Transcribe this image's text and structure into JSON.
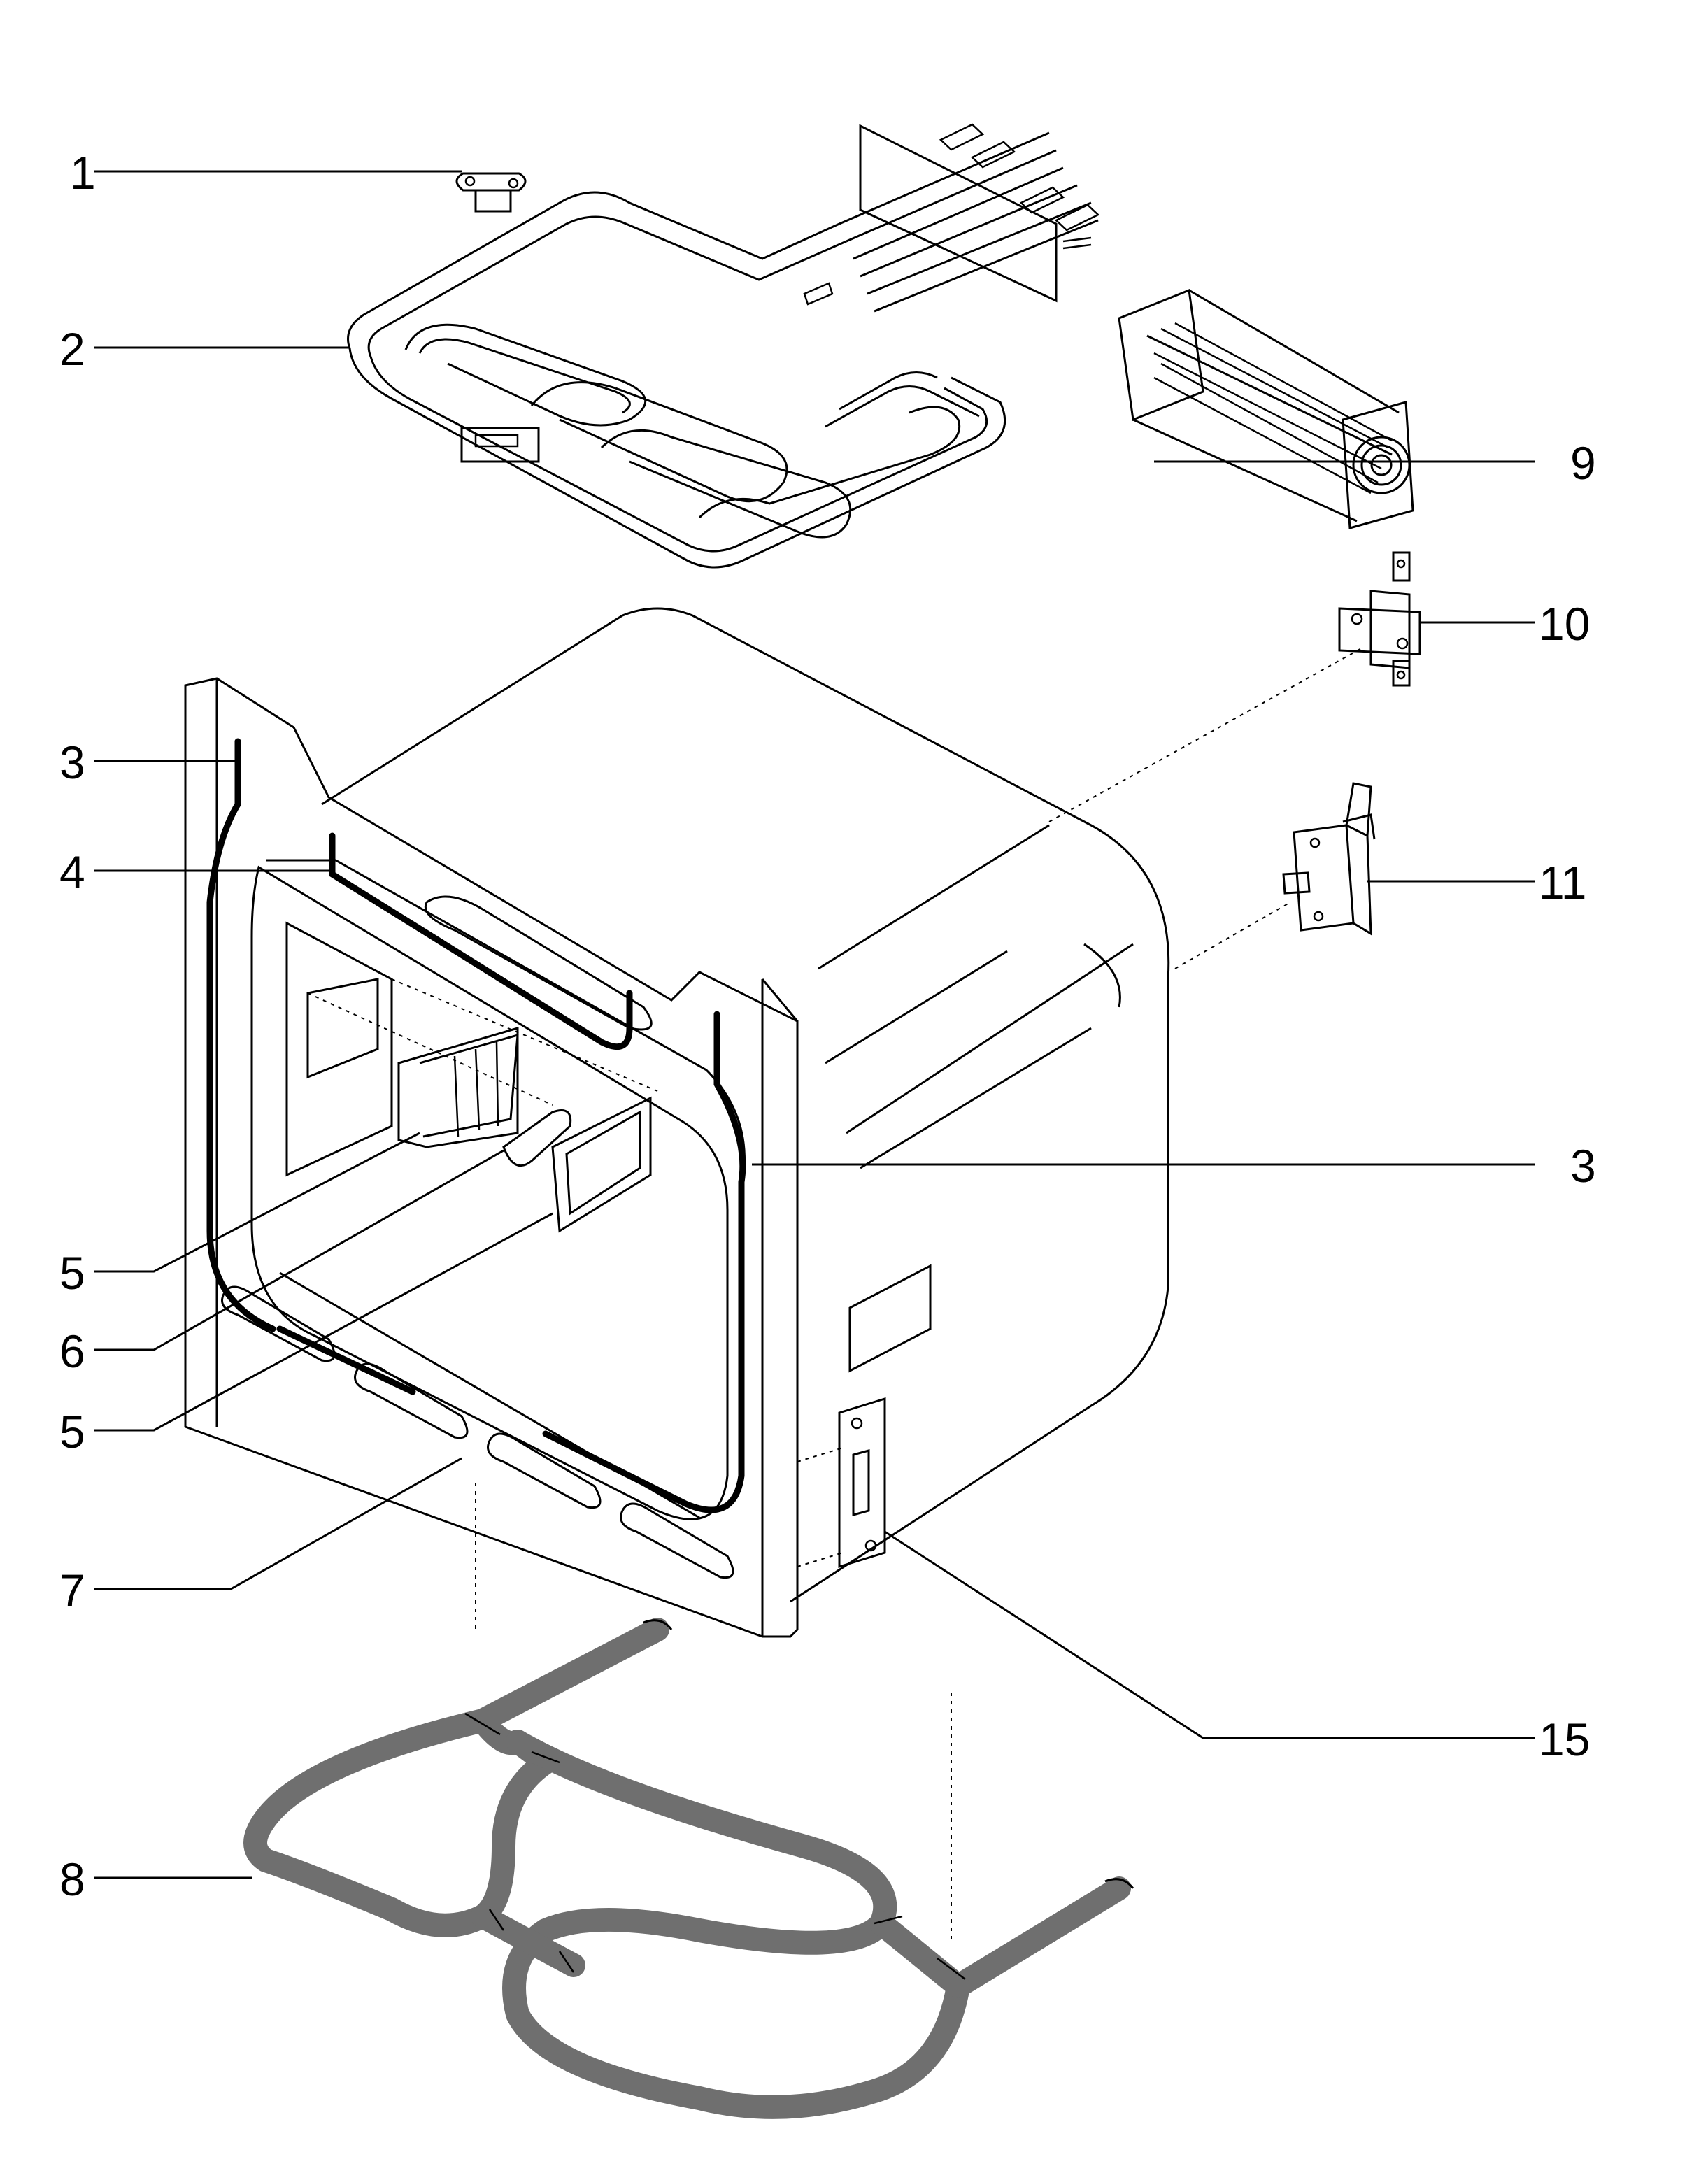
{
  "callouts": {
    "c1": "1",
    "c2": "2",
    "c3a": "3",
    "c3b": "3",
    "c4": "4",
    "c5a": "5",
    "c5b": "5",
    "c6": "6",
    "c7": "7",
    "c8": "8",
    "c9": "9",
    "c10": "10",
    "c11": "11",
    "c15": "15"
  },
  "colors": {
    "line": "#000000",
    "background": "#ffffff",
    "element_shading": "#6f6f6f"
  }
}
